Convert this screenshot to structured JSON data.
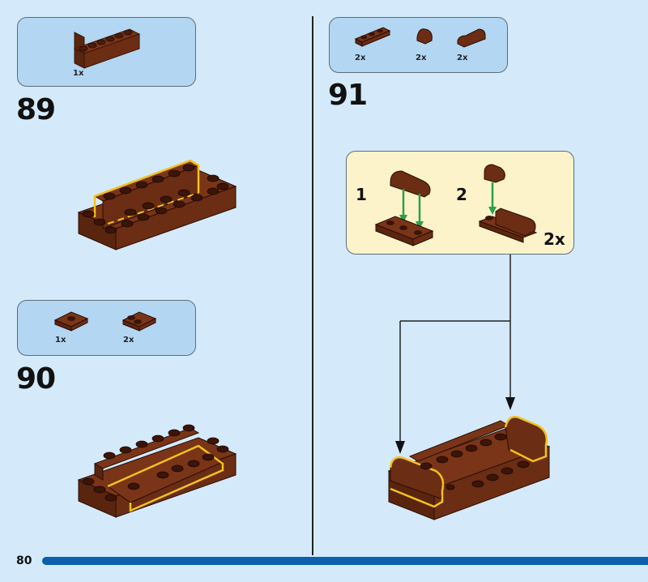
{
  "page": {
    "number": "80"
  },
  "steps": [
    {
      "number": "89",
      "parts": [
        {
          "name": "brick 1x6",
          "qty": "1x"
        }
      ]
    },
    {
      "number": "90",
      "parts": [
        {
          "name": "plate 2x2 with 1 stud",
          "qty": "1x"
        },
        {
          "name": "plate 2x2 with 2 studs",
          "qty": "2x"
        }
      ]
    },
    {
      "number": "91",
      "parts": [
        {
          "name": "plate 1x3",
          "qty": "2x"
        },
        {
          "name": "curved slope 1x1",
          "qty": "2x"
        },
        {
          "name": "curved slope 1x2",
          "qty": "2x"
        }
      ],
      "substeps": [
        {
          "number": "1"
        },
        {
          "number": "2"
        }
      ],
      "subassembly_qty": "2x"
    }
  ],
  "colors": {
    "brick": "#6b2d14",
    "highlight": "#f2c21b",
    "arrow": "#2ca04a",
    "accent_bar": "#0b5fad",
    "parts_box": "#b3d6f2",
    "callout_box": "#fdf3cb"
  }
}
